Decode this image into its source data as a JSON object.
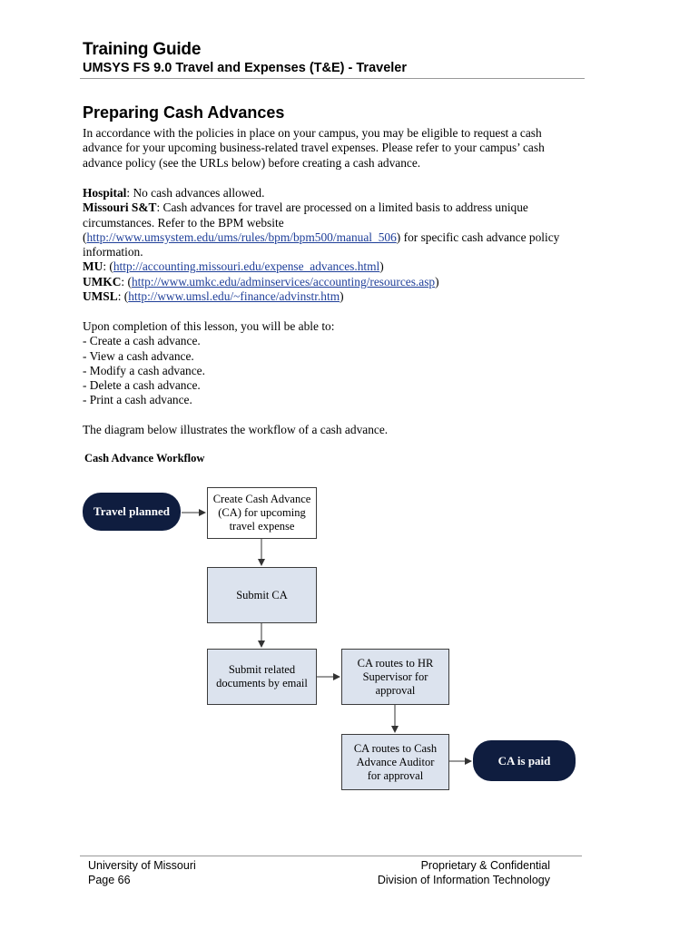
{
  "header": {
    "title": "Training Guide",
    "subtitle": "UMSYS FS 9.0 Travel and Expenses (T&E) - Traveler"
  },
  "section": {
    "title": "Preparing Cash Advances",
    "intro": "In accordance with the policies in place on your campus, you may be eligible to request a cash advance for your upcoming business-related travel expenses. Please refer to your campus’ cash advance policy (see the URLs below) before creating a cash advance."
  },
  "policies": {
    "hospital_label": "Hospital",
    "hospital_text": ": No cash advances allowed.",
    "mst_label": "Missouri S&T",
    "mst_text": ": Cash advances for travel are processed on a limited basis to address unique circumstances. Refer to the BPM website (",
    "mst_link": "http://www.umsystem.edu/ums/rules/bpm/bpm500/manual_506",
    "mst_after": ") for specific cash advance policy information.",
    "mu_label": "MU",
    "mu_link": "http://accounting.missouri.edu/expense_advances.html",
    "umkc_label": "UMKC",
    "umkc_link": "http://www.umkc.edu/adminservices/accounting/resources.asp",
    "umsl_label": "UMSL",
    "umsl_link": "http://www.umsl.edu/~finance/advinstr.htm",
    "sep_open": ": (",
    "sep_close": ")"
  },
  "objectives": {
    "intro": "Upon completion of this lesson, you will be able to:",
    "items": [
      "- Create a cash advance.",
      "- View a cash advance.",
      "- Modify a cash advance.",
      "- Delete a cash advance.",
      "- Print a cash advance."
    ]
  },
  "diagram_intro": "The diagram below illustrates the workflow of a cash advance.",
  "workflow": {
    "caption": "Cash Advance Workflow",
    "start": "Travel planned",
    "create": [
      "Create Cash Advance",
      "(CA) for upcoming",
      "travel expense"
    ],
    "submit": "Submit CA",
    "docs": [
      "Submit related",
      "documents by email"
    ],
    "hr": [
      "CA routes to HR",
      "Supervisor for",
      "approval"
    ],
    "audit": [
      "CA routes to Cash",
      "Advance Auditor",
      "for approval"
    ],
    "end": "CA is paid",
    "colors": {
      "pill": "#0f1d3f",
      "box_fill": "#dce3ee",
      "border": "#3c3c3c"
    }
  },
  "footer": {
    "org": "University of Missouri",
    "page": "Page 66",
    "confidential": "Proprietary & Confidential",
    "division": "Division of Information Technology"
  }
}
